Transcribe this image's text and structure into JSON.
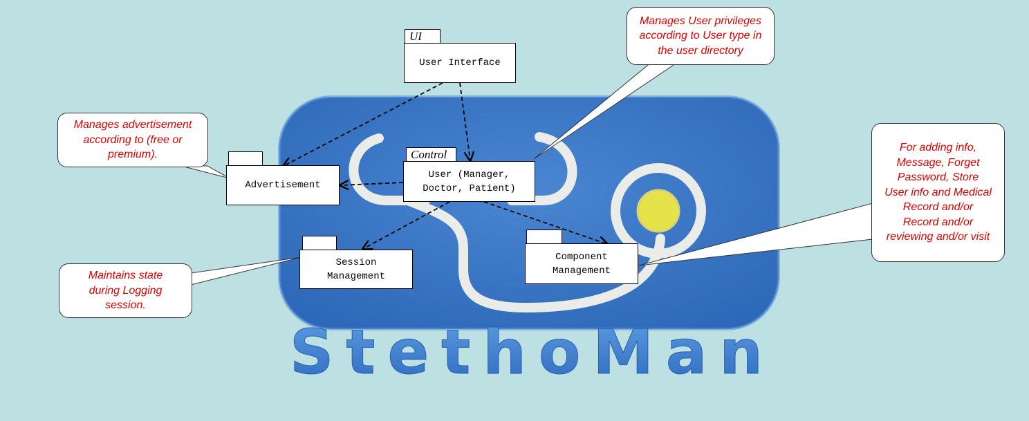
{
  "logo": {
    "wordmark": "StethoMan"
  },
  "packages": {
    "ui": {
      "stereotype": "UI",
      "label": "User Interface"
    },
    "control": {
      "stereotype": "Control",
      "label": "User (Manager,\nDoctor, Patient)"
    },
    "advert": {
      "stereotype": "",
      "label": "Advertisement"
    },
    "session": {
      "stereotype": "",
      "label": "Session\nManagement"
    },
    "component": {
      "stereotype": "",
      "label": "Component\nManagement"
    }
  },
  "notes": {
    "privileges": "Manages User privileges according to User type in the user directory",
    "advertisement": "Manages advertisement according to (free or premium).",
    "state": "Maintains state during Logging session.",
    "component": "For adding info, Message, Forget Password, Store User info and Medical Record and/or Record and/or reviewing and/or visit"
  },
  "colors": {
    "background": "#bde0e3",
    "logo_blue": "#3f7ccb",
    "note_text": "#e00000",
    "stethoscope": "#e9ece9",
    "chest_piece_center": "#e6e24a"
  }
}
